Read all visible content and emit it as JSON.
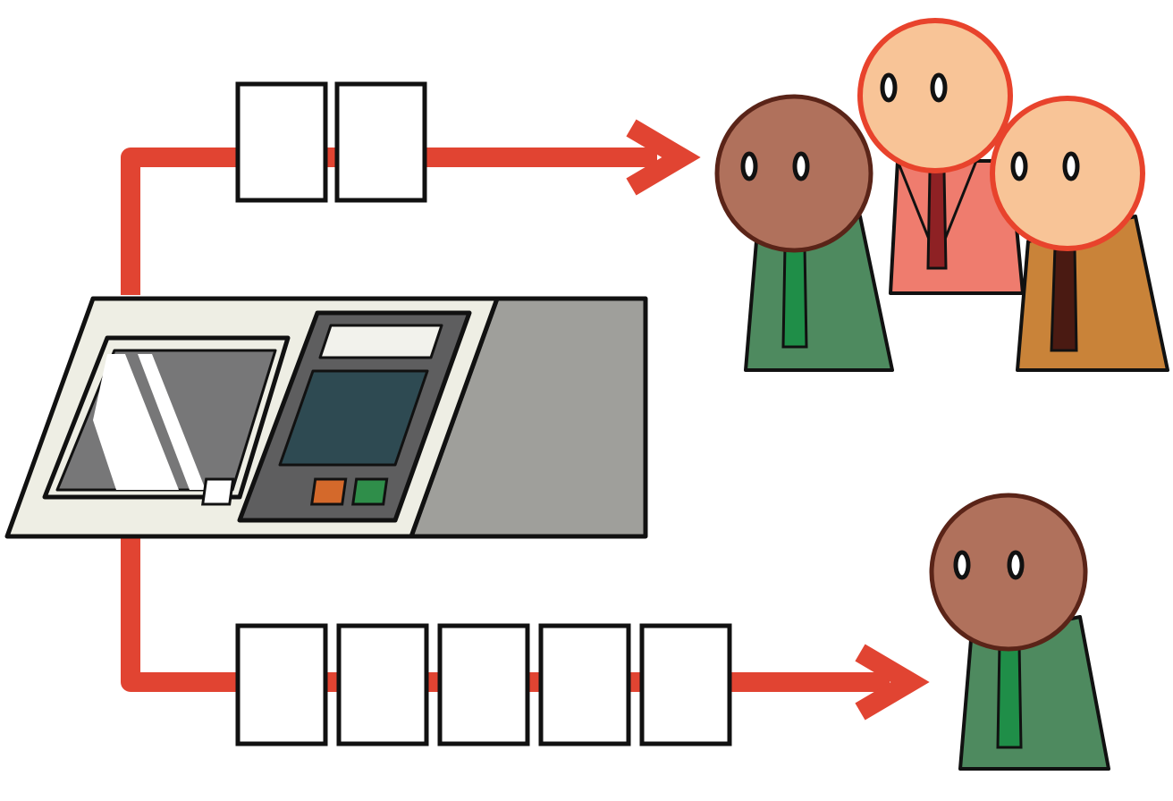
{
  "colors": {
    "background": "#ffffff",
    "outline": "#111111",
    "flow_arrow": "#e14432",
    "machine_body": "#eeeee4",
    "machine_side": "#9f9f9b",
    "window_glass": "#777778",
    "window_highlight": "#ffffff",
    "panel_frame": "#5e5e5f",
    "panel_display_top": "#f2f2ec",
    "panel_screen": "#2e4a52",
    "button_white": "#ffffff",
    "button_orange": "#d4692b",
    "button_green": "#2f8e4a",
    "head_brown": "#b0715c",
    "head_brown_outline": "#5a2418",
    "head_peach": "#f8c497",
    "head_peach_outline": "#e8432c",
    "body_green": "#4e8a5f",
    "tie_green": "#1f8e48",
    "body_salmon": "#ef7c6e",
    "tie_red": "#8e2124",
    "body_orange": "#c98339",
    "tie_dark": "#4a1a12"
  },
  "diagram": {
    "source": {
      "type": "machine",
      "icon": "dispensing-machine-icon",
      "control_buttons": [
        "button_white",
        "button_orange",
        "button_green"
      ]
    },
    "flows": [
      {
        "id": "top",
        "direction": "up-then-right",
        "item_count": 2,
        "item_icon": "document-card-icon",
        "recipient": {
          "type": "group",
          "people": 3
        }
      },
      {
        "id": "bottom",
        "direction": "down-then-right",
        "item_count": 5,
        "item_icon": "document-card-icon",
        "recipient": {
          "type": "individual",
          "people": 1
        }
      }
    ],
    "people": [
      {
        "name": "person-brown",
        "head": "head_brown",
        "head_outline": "head_brown_outline",
        "body": "body_green",
        "tie": "tie_green"
      },
      {
        "name": "person-peach-salmon",
        "head": "head_peach",
        "head_outline": "head_peach_outline",
        "body": "body_salmon",
        "tie": "tie_red"
      },
      {
        "name": "person-peach-orange",
        "head": "head_peach",
        "head_outline": "head_peach_outline",
        "body": "body_orange",
        "tie": "tie_dark"
      },
      {
        "name": "person-single",
        "head": "head_brown",
        "head_outline": "head_brown_outline",
        "body": "body_green",
        "tie": "tie_green"
      }
    ]
  }
}
